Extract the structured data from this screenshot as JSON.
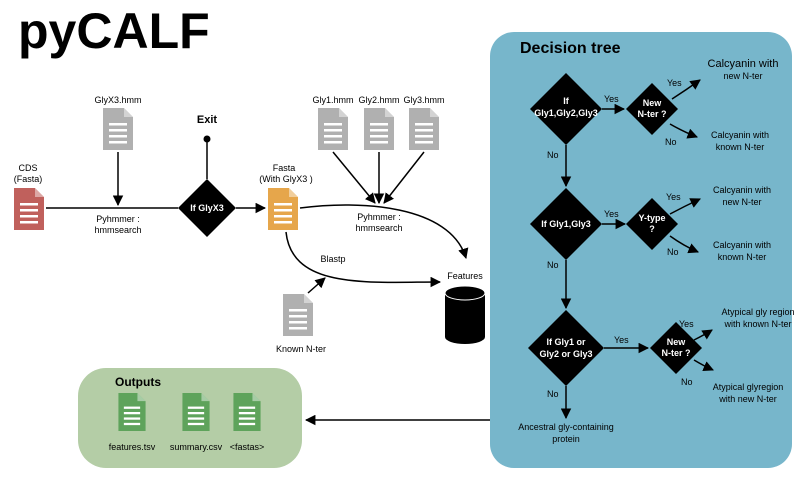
{
  "title": "pyCALF",
  "decision_tree": {
    "title": "Decision tree",
    "q1": [
      "If",
      "Gly1,Gly2,Gly3"
    ],
    "q1_sub": [
      "New",
      "N-ter ?"
    ],
    "q2": "If Gly1,Gly3",
    "q2_sub": [
      "Y-type",
      "?"
    ],
    "q3": [
      "If Gly1 or",
      "Gly2 or Gly3"
    ],
    "q3_sub": [
      "New",
      "N-ter ?"
    ],
    "yes": "Yes",
    "no": "No",
    "r1a": [
      "Calcyanin with",
      "new N-ter"
    ],
    "r1b": [
      "Calcyanin with",
      "known N-ter"
    ],
    "r2a": [
      "Calcyanin with",
      "new N-ter"
    ],
    "r2b": [
      "Calcyanin with",
      "known N-ter"
    ],
    "r3a": [
      "Atypical gly region",
      "with known N-ter"
    ],
    "r3b": [
      "Atypical glyregion",
      "with new N-ter"
    ],
    "r4": [
      "Ancestral gly-containing",
      "protein"
    ]
  },
  "pipeline": {
    "cds": [
      "CDS",
      "(Fasta)"
    ],
    "glyx3_hmm": "GlyX3.hmm",
    "pyhmmer1": [
      "Pyhmmer :",
      "hmmsearch"
    ],
    "if_glyx3": "If GlyX3",
    "exit": "Exit",
    "fasta": [
      "Fasta",
      "(With GlyX3 )"
    ],
    "gly_hmms": [
      "Gly1.hmm",
      "Gly2.hmm",
      "Gly3.hmm"
    ],
    "pyhmmer2": [
      "Pyhmmer :",
      "hmmsearch"
    ],
    "blastp": "Blastp",
    "known_nter": "Known N-ter",
    "features": "Features"
  },
  "outputs": {
    "title": "Outputs",
    "files": [
      "features.tsv",
      "summary.csv",
      "<fastas>"
    ]
  },
  "colors": {
    "panel_blue": "#77b6cb",
    "outputs_green": "#b4cda6",
    "cds_red": "#c0605c",
    "fasta_orange": "#e6a64b",
    "hmm_gray": "#b0b0b0",
    "out_file_green": "#5ea35b"
  }
}
